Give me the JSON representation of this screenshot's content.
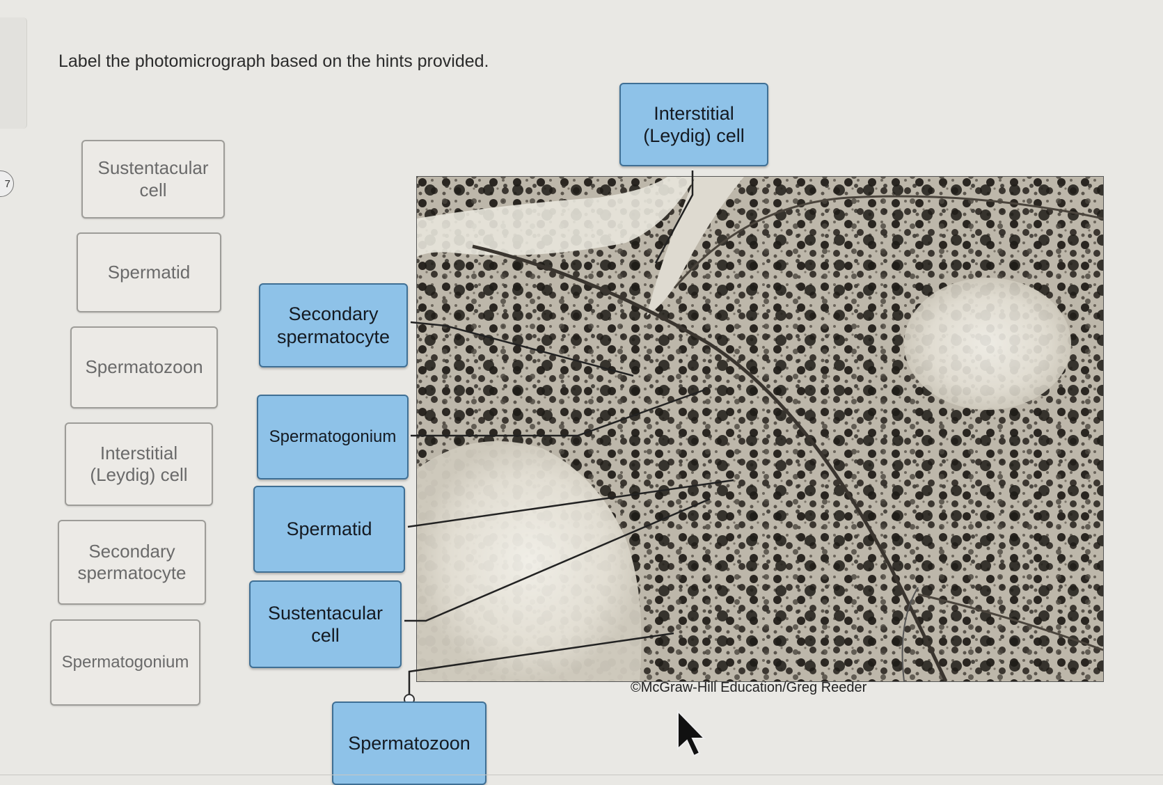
{
  "question": {
    "number": "7",
    "instruction": "Label the photomicrograph based on the hints provided."
  },
  "label_bank": [
    {
      "id": "sustentacular",
      "text": "Sustentacular cell"
    },
    {
      "id": "spermatid",
      "text": "Spermatid"
    },
    {
      "id": "spermatozoon",
      "text": "Spermatozoon"
    },
    {
      "id": "interstitial",
      "text": "Interstitial (Leydig) cell"
    },
    {
      "id": "secondary",
      "text": "Secondary spermatocyte"
    },
    {
      "id": "spermatogonium",
      "text": "Spermatogonium"
    }
  ],
  "placed_labels": [
    {
      "id": "interstitial",
      "text": "Interstitial (Leydig) cell"
    },
    {
      "id": "secondary",
      "text": "Secondary spermatocyte"
    },
    {
      "id": "spermatogonium",
      "text": "Spermatogonium"
    },
    {
      "id": "spermatid",
      "text": "Spermatid"
    },
    {
      "id": "sustentacular",
      "text": "Sustentacular cell"
    },
    {
      "id": "spermatozoon",
      "text": "Spermatozoon"
    }
  ],
  "image": {
    "subject": "Seminiferous tubules photomicrograph",
    "credit": "©McGraw-Hill Education/Greg Reeder"
  }
}
